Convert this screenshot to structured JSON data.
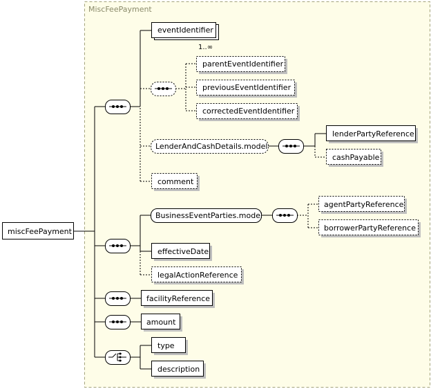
{
  "region_title": "MiscFeePayment",
  "root": "miscFeePayment",
  "elements": {
    "event_identifier": "eventIdentifier",
    "event_identifier_cardinality": "1..∞",
    "parent_event_identifier": "parentEventIdentifier",
    "previous_event_identifier": "previousEventIdentifier",
    "corrected_event_identifier": "correctedEventIdentifier",
    "lender_and_cash_details_model": "LenderAndCashDetails.model",
    "lender_party_reference": "lenderPartyReference",
    "cash_payable": "cashPayable",
    "comment": "comment",
    "business_event_parties_model": "BusinessEventParties.model",
    "agent_party_reference": "agentPartyReference",
    "borrower_party_reference": "borrowerPartyReference",
    "effective_date": "effectiveDate",
    "legal_action_reference": "legalActionReference",
    "facility_reference": "facilityReference",
    "amount": "amount",
    "type": "type",
    "description": "description"
  },
  "colors": {
    "region_fill": "#fefde8",
    "region_border": "#a3a37a",
    "region_title": "#8a8a6a"
  },
  "icons": [
    "sequence-compositor-icon",
    "choice-compositor-icon"
  ]
}
